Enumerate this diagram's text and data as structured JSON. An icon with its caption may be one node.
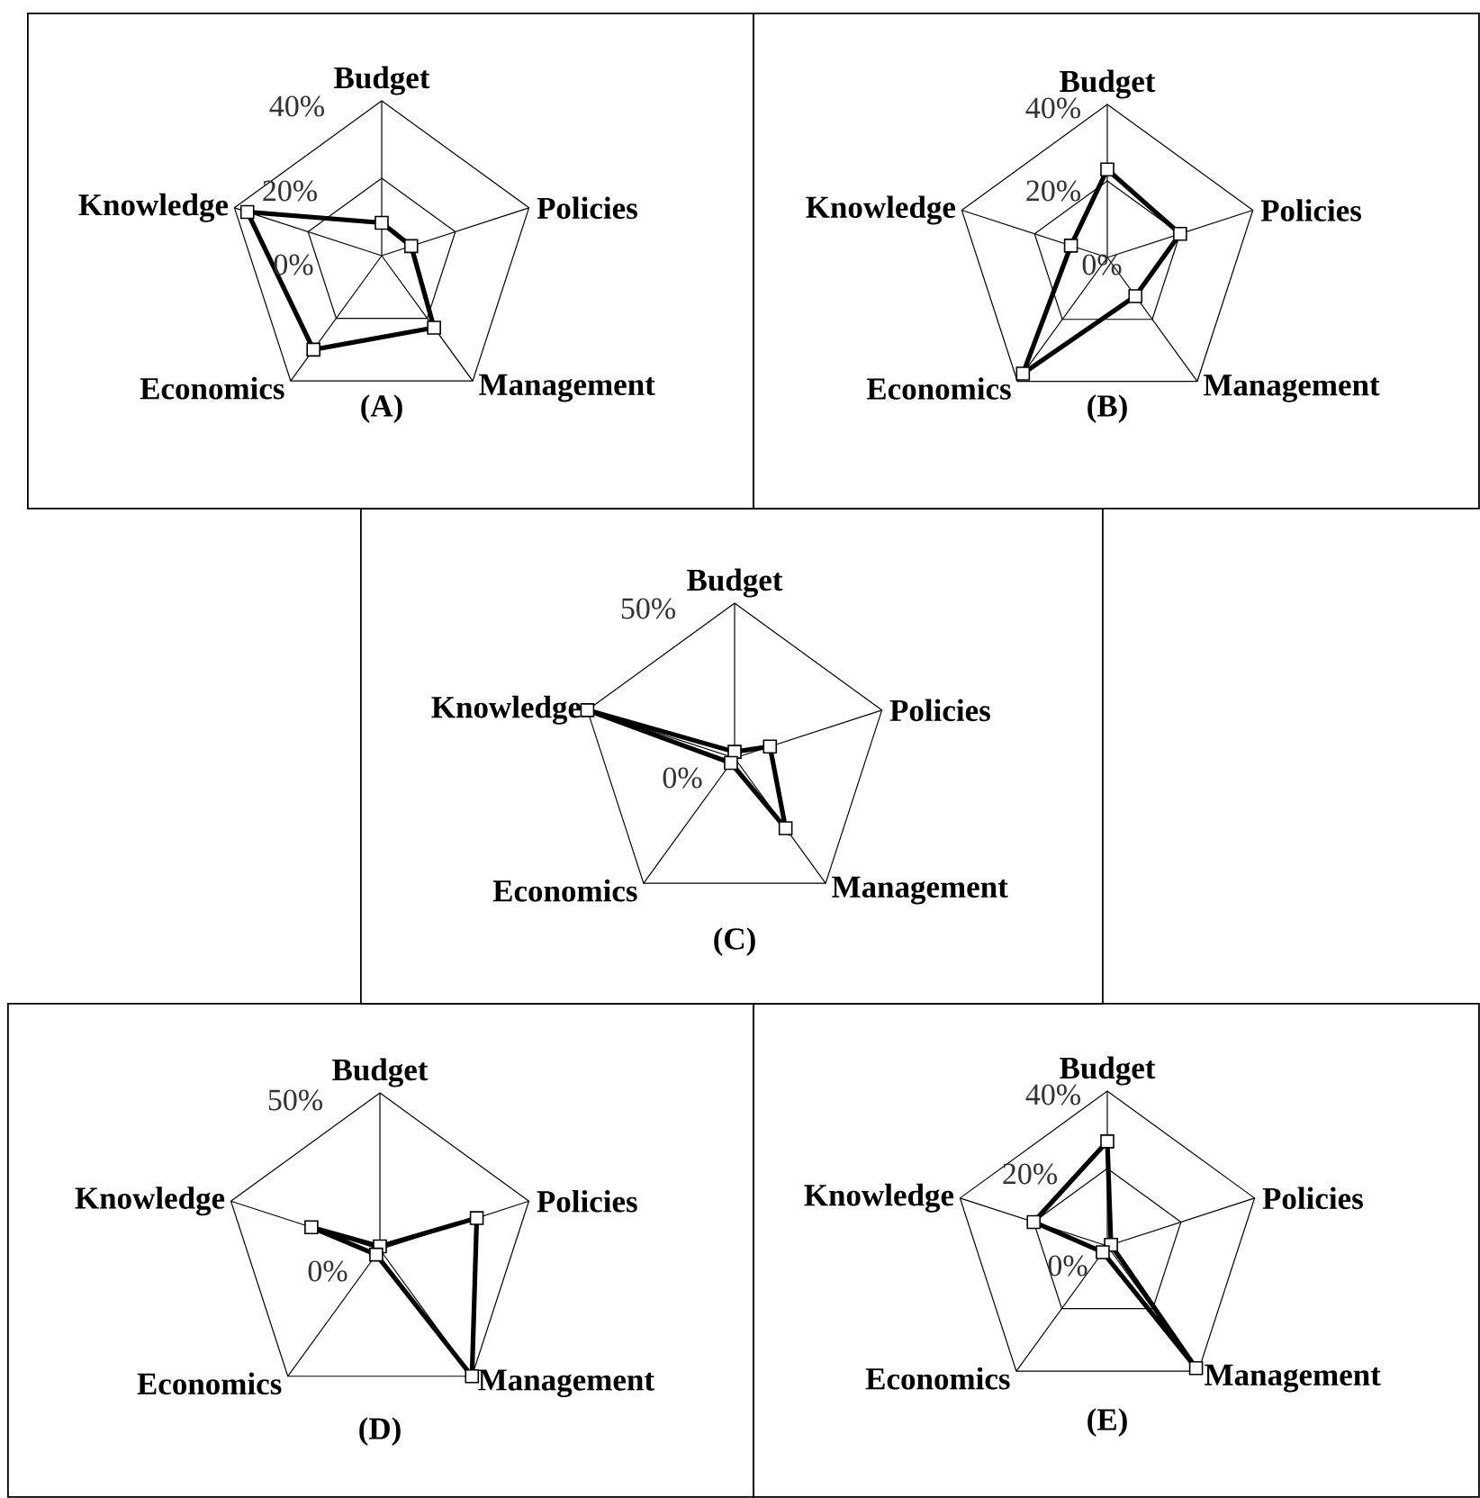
{
  "diagram": {
    "nodes": [
      {
        "text": [
          "Budget",
          "40%",
          "20%",
          "Knowledge",
          "Policies",
          "0%",
          "Economics",
          "Management",
          "(A)"
        ]
      },
      {
        "text": [
          "Budget",
          "40%",
          "20%",
          "Knowledge",
          "Policies",
          "0%",
          "Economics",
          "Management",
          "(B)"
        ]
      },
      {
        "text": [
          "Budget",
          "50%",
          "Knowledge",
          "Policies",
          "0%",
          "Economics",
          "Management",
          "(C)"
        ]
      },
      {
        "text": [
          "Budget",
          "50%",
          "Knowledge",
          "Policies",
          "0%",
          "Economics",
          "Management",
          "(D)"
        ]
      },
      {
        "text": [
          "Budget",
          "40%",
          "20%",
          "Knowledge",
          "Policies",
          "0%",
          "Economics",
          "Management",
          "(E)"
        ]
      }
    ]
  }
}
